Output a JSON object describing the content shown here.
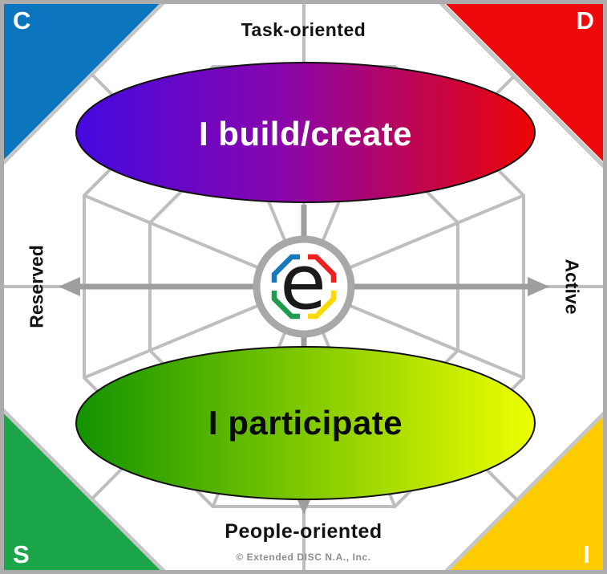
{
  "axes": {
    "top": "Task-oriented",
    "bottom": "People-oriented",
    "left": "Reserved",
    "right": "Active"
  },
  "quadrants": {
    "c": {
      "letter": "C",
      "color": "#0B74BE"
    },
    "d": {
      "letter": "D",
      "color": "#EE0A0A"
    },
    "s": {
      "letter": "S",
      "color": "#1CA64A"
    },
    "i": {
      "letter": "I",
      "color": "#FFCC00"
    }
  },
  "ellipses": {
    "build": {
      "label": "I build/create",
      "text_color": "#FFFFFF",
      "gradient": [
        "#4409E0",
        "#8906AC",
        "#EE0404"
      ]
    },
    "participate": {
      "label": "I participate",
      "text_color": "#111111",
      "gradient": [
        "#129300",
        "#EEFF00"
      ]
    }
  },
  "logo": {
    "letter": "e",
    "letter_color": "#1A1A1A",
    "segments": {
      "blue": "#1778BE",
      "red": "#EE2020",
      "green": "#1E9E4C",
      "yellow": "#FFD900"
    }
  },
  "footer": {
    "copyright": "© Extended DISC N.A., Inc."
  },
  "palette": {
    "web_line": "#BEBEBE",
    "arrow": "#9E9E9E",
    "diagonal": "#C6C6C6",
    "border": "#ACACAC",
    "ring": "#A8A8A8",
    "copyright_text": "#8C8C8C"
  }
}
